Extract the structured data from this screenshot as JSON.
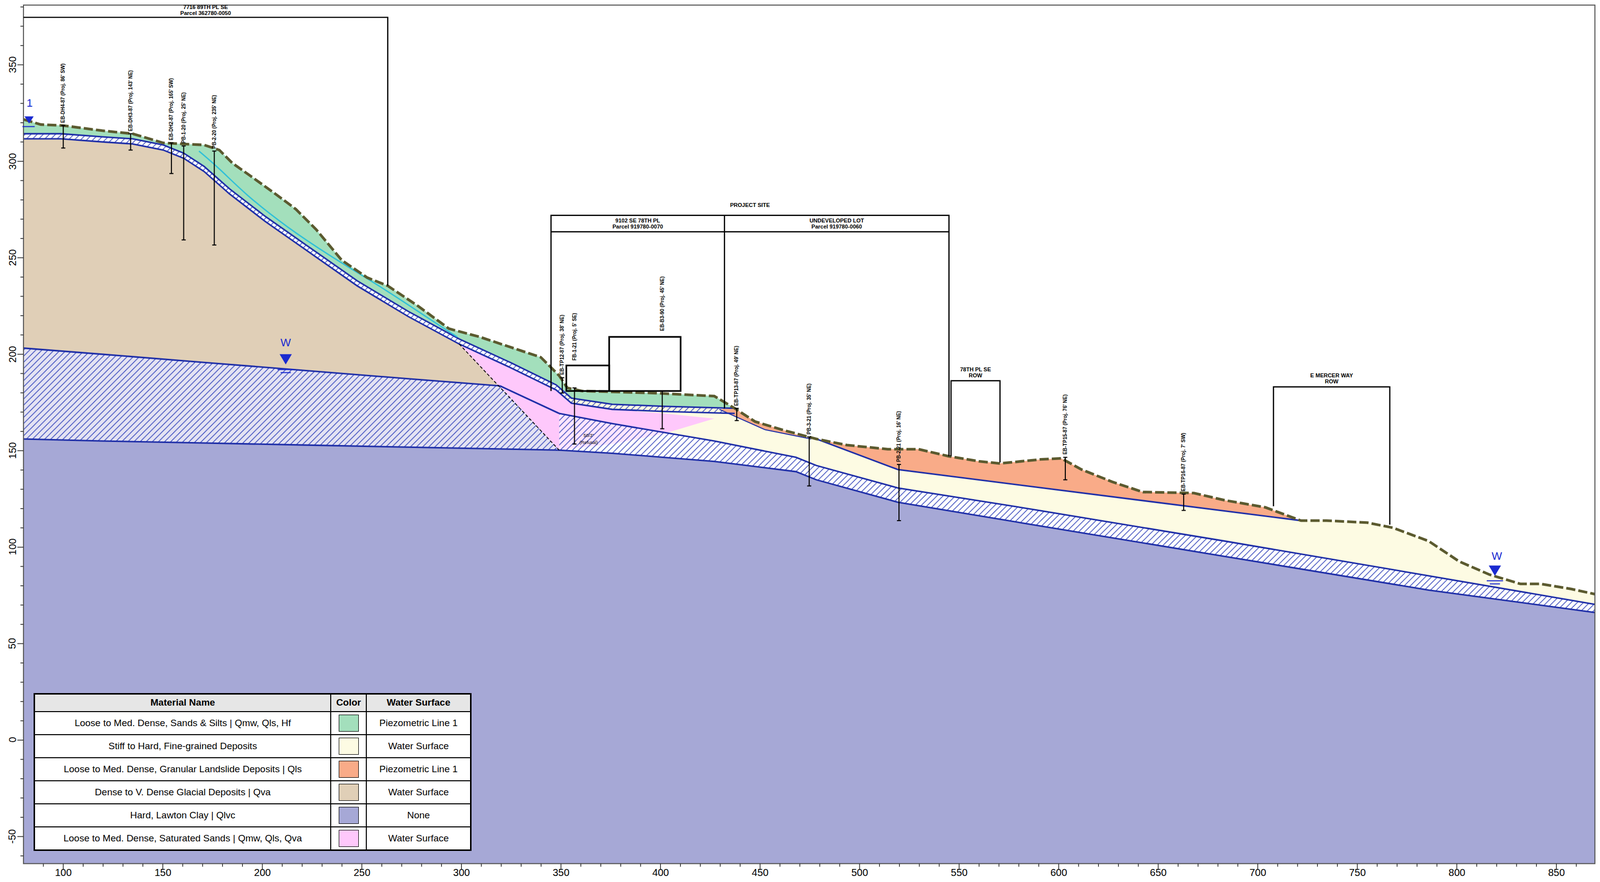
{
  "diagram": {
    "nodes": [
      {
        "text": [
          "7716 89TH PL SE",
          "Parcel 362780-0050"
        ]
      },
      {
        "text": [
          "PROJECT SITE"
        ]
      },
      {
        "text": [
          "9102 SE 78TH PL",
          "Parcel 919780-0070"
        ],
        "in": 1
      },
      {
        "text": [
          "UNDEVELOPED LOT",
          "Parcel 919780-0060"
        ],
        "in": 1
      },
      {
        "text": [
          "78TH PL SE",
          "ROW"
        ]
      },
      {
        "text": [
          "E MERCER WAY",
          "ROW"
        ]
      }
    ],
    "labels": [
      "350",
      "300",
      "250",
      "200",
      "150",
      "100",
      "50",
      "0",
      "-50",
      "100",
      "150",
      "200",
      "250",
      "300",
      "350",
      "400",
      "450",
      "500",
      "550",
      "600",
      "650",
      "700",
      "750",
      "800",
      "850",
      "EB-DH4-87 (Proj. 86' SW)",
      "EB-DH3-87 (Proj. 143' NE)",
      "EB-DH2-87 (Proj. 165' SW)",
      "PB-1-20 (Proj. 25' NE)",
      "PB-2-20 (Proj. 235' NE)",
      "EB-TP12-87 (Proj. 38' NE)",
      "FB-1-21 (Proj. 5' SE)",
      "EB-B3-90 (Proj. 45' NE)",
      "EB-TP13-87 (Proj. 49' NE)",
      "PB-3-21 (Proj. 35' NE)",
      "PB-2-21 (Proj. 16' NE)",
      "EB-TP15-87 (Proj. 76' NE)",
      "EB-TP16-87 (Proj. 7' SW)",
      "1",
      "W",
      "W",
      "50/3\"",
      "(Refusal)",
      "Material Name",
      "Color",
      "Water Surface",
      "Piezometric Line 1",
      "Water Surface",
      "Piezometric Line 1",
      "Water Surface",
      "None",
      "Water Surface"
    ],
    "legend": [
      {
        "text": "Loose to Med. Dense, Sands & Silts | Qmw, Qls, Hf",
        "color": "#a3dfbc"
      },
      {
        "text": "Stiff to Hard, Fine-grained Deposits",
        "color": "#fdfbe3"
      },
      {
        "text": "Loose to Med. Dense, Granular Landslide Deposits | Qls",
        "color": "#f9ab88"
      },
      {
        "text": "Dense to V. Dense Glacial Deposits | Qva",
        "color": "#e0cfb7"
      },
      {
        "text": "Hard, Lawton Clay | Qlvc",
        "color": "#a6a8d6"
      },
      {
        "text": "Loose to Med. Dense, Saturated Sands | Qmw, Qls, Qva",
        "color": "#fec8fb"
      }
    ]
  }
}
